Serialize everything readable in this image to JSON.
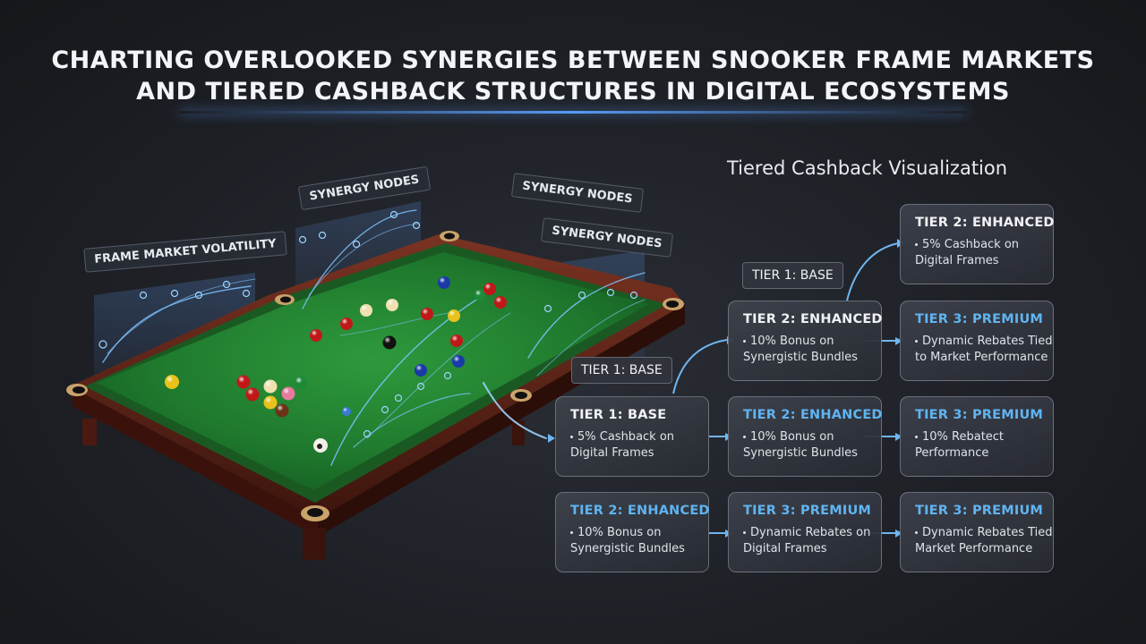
{
  "title": {
    "line1": "CHARTING OVERLOOKED SYNERGIES BETWEEN SNOOKER FRAME MARKETS",
    "line2": "AND TIERED CASHBACK STRUCTURES IN DIGITAL ECOSYSTEMS"
  },
  "viz_heading": "Tiered Cashback Visualization",
  "tags": {
    "volatility": "FRAME MARKET VOLATILITY",
    "synergy_1": "SYNERGY NODES",
    "synergy_2": "SYNERGY NODES",
    "synergy_3": "SYNERGY NODES"
  },
  "floating_labels": {
    "tier1_top": "TIER 1: BASE",
    "tier1_mid": "TIER 1: BASE"
  },
  "cards": {
    "r0c2": {
      "title": "TIER 2: ENHANCED",
      "line1": "5% Cashback on",
      "line2": "Digital Frames"
    },
    "r1c1": {
      "title": "TIER 2: ENHANCED",
      "line1": "10% Bonus on",
      "line2": "Synergistic Bundles"
    },
    "r1c2": {
      "title": "TIER 3: PREMIUM",
      "line1": "Dynamic Rebates Tied",
      "line2": "to Market Performance"
    },
    "r2c0": {
      "title": "TIER 1: BASE",
      "line1": "5% Cashback on",
      "line2": "Digital Frames"
    },
    "r2c1": {
      "title": "TIER 2: ENHANCED",
      "line1": "10% Bonus on",
      "line2": "Synergistic Bundles"
    },
    "r2c2": {
      "title": "TIER 3: PREMIUM",
      "line1": "10% Rebatect",
      "line2": "Performance"
    },
    "r3c0": {
      "title": "TIER 2: ENHANCED",
      "line1": "10% Bonus on",
      "line2": "Synergistic Bundles"
    },
    "r3c1": {
      "title": "TIER 3: PREMIUM",
      "line1": "Dynamic Rebates on",
      "line2": "Digital Frames"
    },
    "r3c2": {
      "title": "TIER 3: PREMIUM",
      "line1": "Dynamic Rebates Tied",
      "line2": "Market Performance"
    }
  },
  "colors": {
    "felt": "#1f7a2e",
    "cushion": "#1a5a22",
    "wood": "#5a2418",
    "accent_blue": "#5fb4f2",
    "glow": "#7fc4ff"
  }
}
